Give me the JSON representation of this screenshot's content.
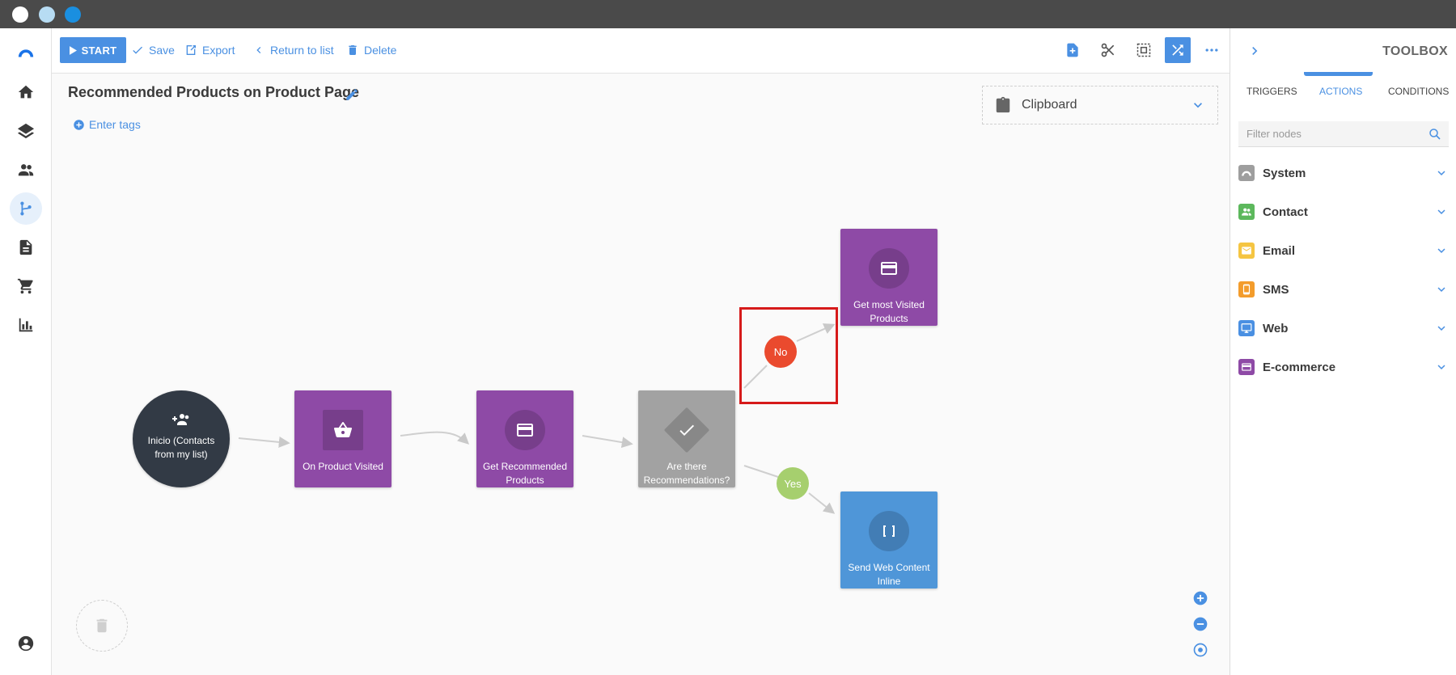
{
  "toolbar": {
    "start_label": "START",
    "save_label": "Save",
    "export_label": "Export",
    "return_label": "Return to list",
    "delete_label": "Delete"
  },
  "page": {
    "title": "Recommended Products on Product Page",
    "tags_label": "Enter tags",
    "clipboard_label": "Clipboard"
  },
  "nodes": {
    "start": "Inicio (Contacts from my list)",
    "product_visited": "On Product Visited",
    "get_recommended": "Get Recommended Products",
    "condition": "Are there Recommendations?",
    "most_visited": "Get most Visited Products",
    "web_content": "Send Web Content Inline"
  },
  "branches": {
    "no": "No",
    "yes": "Yes"
  },
  "toolbox": {
    "title": "TOOLBOX",
    "tabs": [
      "TRIGGERS",
      "ACTIONS",
      "CONDITIONS"
    ],
    "active_tab": "ACTIONS",
    "filter_placeholder": "Filter nodes",
    "categories": [
      {
        "name": "System",
        "color": "#9e9e9e"
      },
      {
        "name": "Contact",
        "color": "#5cb85c"
      },
      {
        "name": "Email",
        "color": "#f5c542"
      },
      {
        "name": "SMS",
        "color": "#f39c2c"
      },
      {
        "name": "Web",
        "color": "#4a90e2"
      },
      {
        "name": "E-commerce",
        "color": "#8e4aa6"
      }
    ]
  },
  "colors": {
    "accent": "#4a90e2",
    "action": "#8e4aa6",
    "condition": "#a2a2a2",
    "web": "#4f96d8",
    "no_branch": "#ea4a2e",
    "yes_branch": "#a6cf6e",
    "highlight": "#d61a1a"
  }
}
